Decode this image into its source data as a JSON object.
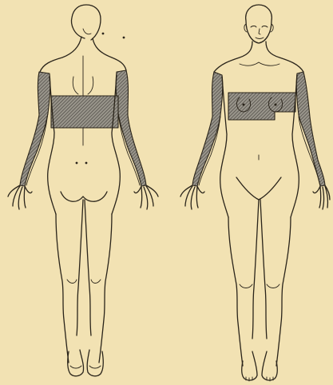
{
  "figure": {
    "background_color": "#f2e2b3",
    "line_color": "#2a241a",
    "shading_color": "#6d6a63",
    "views": [
      {
        "id": "back",
        "shaded_areas": [
          "left-arm",
          "right-arm",
          "upper-back-band"
        ]
      },
      {
        "id": "front",
        "shaded_areas": [
          "left-arm",
          "right-arm",
          "chest-band"
        ]
      }
    ]
  }
}
